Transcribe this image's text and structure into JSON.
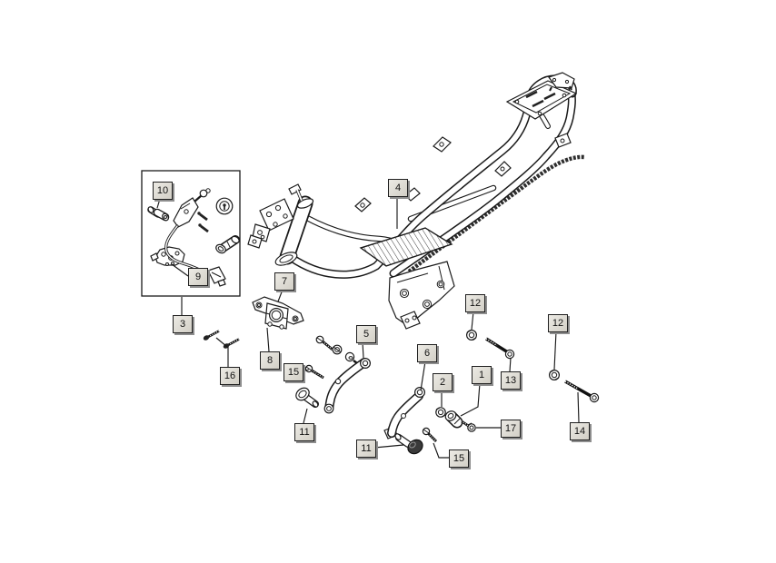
{
  "figure": {
    "type": "exploded-parts-diagram",
    "subject": "scooter frame chassis with fastener and lock-kit callouts",
    "background_color": "#ffffff",
    "line_color": "#1a1a1a",
    "callout_box": {
      "fill": "#d7d3ca",
      "border": "#1f1f1f",
      "shadow": "#8d8d8d",
      "text_color": "#111111"
    }
  },
  "callouts": [
    {
      "id": "c10",
      "label": "10"
    },
    {
      "id": "c9",
      "label": "9"
    },
    {
      "id": "c3",
      "label": "3"
    },
    {
      "id": "c4",
      "label": "4"
    },
    {
      "id": "c7",
      "label": "7"
    },
    {
      "id": "c8",
      "label": "8"
    },
    {
      "id": "c16",
      "label": "16"
    },
    {
      "id": "c15-left",
      "label": "15"
    },
    {
      "id": "c5",
      "label": "5"
    },
    {
      "id": "c11-left",
      "label": "11"
    },
    {
      "id": "c11-bottom",
      "label": "11"
    },
    {
      "id": "c15-bottom",
      "label": "15"
    },
    {
      "id": "c6",
      "label": "6"
    },
    {
      "id": "c2",
      "label": "2"
    },
    {
      "id": "c1",
      "label": "1"
    },
    {
      "id": "c17",
      "label": "17"
    },
    {
      "id": "c12-mid",
      "label": "12"
    },
    {
      "id": "c13",
      "label": "13"
    },
    {
      "id": "c12-right",
      "label": "12"
    },
    {
      "id": "c14",
      "label": "14"
    }
  ]
}
